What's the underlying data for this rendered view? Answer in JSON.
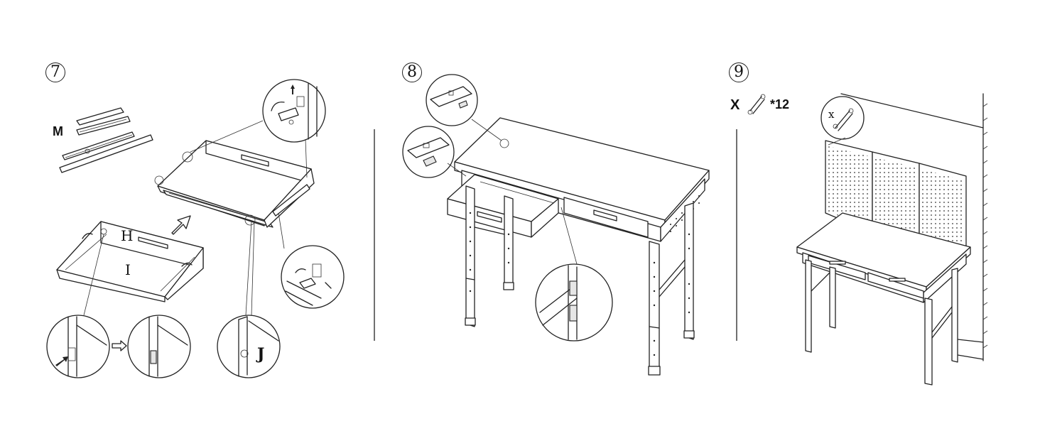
{
  "steps": [
    {
      "number": "7",
      "part_labels": {
        "rails": "M",
        "drawer_side": "H",
        "drawer_bottom": "I",
        "clip": "J"
      }
    },
    {
      "number": "8"
    },
    {
      "number": "9",
      "hardware": {
        "letter": "X",
        "quantity": "*12",
        "detail_letter": "x"
      }
    }
  ]
}
